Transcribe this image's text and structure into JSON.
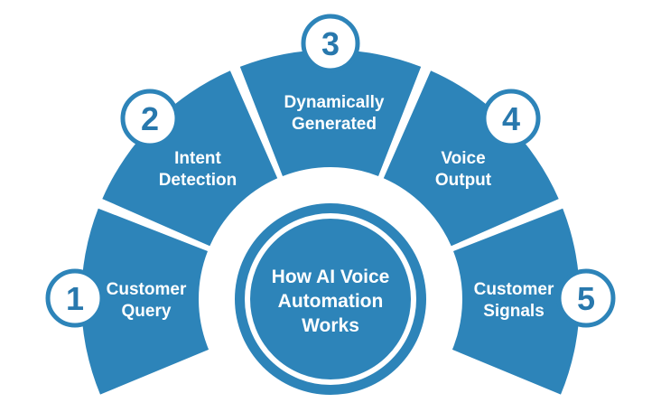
{
  "diagram": {
    "type": "semi-circular-process",
    "title": "How AI Voice Automation Works",
    "title_lines": [
      "How AI Voice",
      "Automation",
      "Works"
    ],
    "steps": [
      {
        "number": "1",
        "label": "Customer Query",
        "lines": [
          "Customer",
          "Query"
        ]
      },
      {
        "number": "2",
        "label": "Intent Detection",
        "lines": [
          "Intent",
          "Detection"
        ]
      },
      {
        "number": "3",
        "label": "Dynamically Generated",
        "lines": [
          "Dynamically",
          "Generated"
        ]
      },
      {
        "number": "4",
        "label": "Voice Output",
        "lines": [
          "Voice",
          "Output"
        ]
      },
      {
        "number": "5",
        "label": "Customer Signals",
        "lines": [
          "Customer",
          "Signals"
        ]
      }
    ],
    "colors": {
      "accent_blue": "#2d84b9",
      "badge_number_blue": "#2878ad",
      "text_on_accent": "#ffffff",
      "background": "#ffffff"
    }
  }
}
